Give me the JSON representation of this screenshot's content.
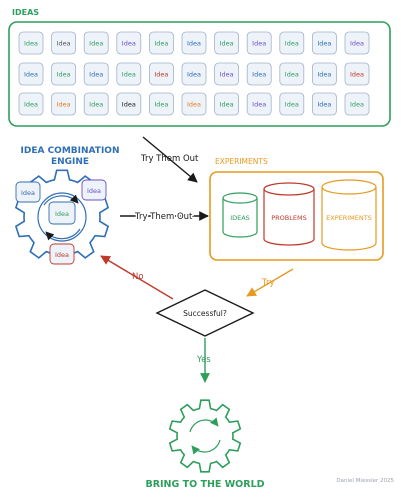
{
  "ideas_section": {
    "title": "IDEAS",
    "rows": [
      [
        "Idea",
        "Idea",
        "Idea",
        "Idea",
        "Idea",
        "Idea",
        "Idea",
        "Idea",
        "Idea",
        "Idea",
        "Idea"
      ],
      [
        "Idea",
        "Idea",
        "Idea",
        "Idea",
        "Idea",
        "Idea",
        "Idea",
        "Idea",
        "Idea",
        "Idea",
        "Idea"
      ],
      [
        "Idea",
        "Idea",
        "Idea",
        "Idea",
        "Idea",
        "Idea",
        "Idea",
        "Idea",
        "Idea",
        "Idea",
        "Idea"
      ]
    ],
    "row_colors": [
      [
        "#2e9e5b",
        "#555555",
        "#2e9e5b",
        "#6a4fc9",
        "#2e9e5b",
        "#2f6fb3",
        "#2e9e5b",
        "#6a4fc9",
        "#2e9e5b",
        "#2f6fb3",
        "#6a4fc9"
      ],
      [
        "#2f6fb3",
        "#2e9e5b",
        "#2f6fb3",
        "#2e9e5b",
        "#c0392b",
        "#2f6fb3",
        "#6a4fc9",
        "#2f6fb3",
        "#2e9e5b",
        "#2f6fb3",
        "#c0392b"
      ],
      [
        "#2e9e5b",
        "#e67e22",
        "#2e9e5b",
        "#222222",
        "#2e9e5b",
        "#e67e22",
        "#2e9e5b",
        "#6a4fc9",
        "#2e9e5b",
        "#2f6fb3",
        "#2e9e5b"
      ]
    ]
  },
  "engine": {
    "title_line1": "IDEA COMBINATION",
    "title_line2": "ENGINE",
    "idea_labels": [
      "Idea",
      "Idea",
      "Idea",
      "Idea"
    ]
  },
  "experiments": {
    "title": "EXPERIMENTS",
    "cylinders": [
      "IDEAS",
      "PROBLEMS",
      "EXPERIMENTS"
    ]
  },
  "arrows": {
    "try_them_out_top": "Try Them Out",
    "try_them_out_middle": "Try Them Out",
    "try": "Try",
    "no": "No",
    "yes": "Yes"
  },
  "decision": {
    "label": "Successful?"
  },
  "outcome": {
    "title": "BRING TO THE WORLD"
  },
  "credit": "Daniel Miessler 2025",
  "colors": {
    "green": "#2e9e5b",
    "blue": "#2f6fb3",
    "orange": "#e69a22",
    "red": "#c0392b",
    "dark": "#1a1a1a",
    "card_fill": "#eef3fa"
  }
}
